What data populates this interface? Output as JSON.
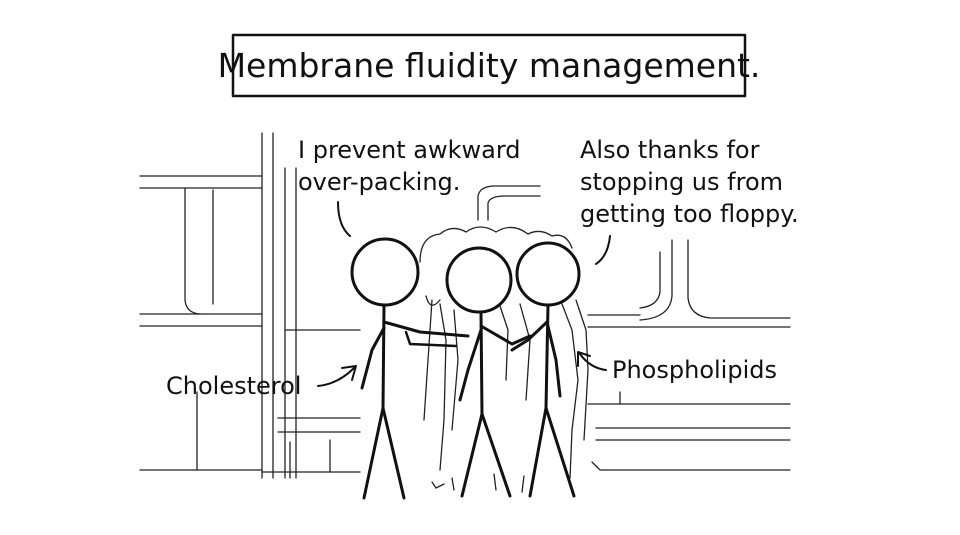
{
  "title": "Membrane fluidity management.",
  "speech_left": {
    "lines": [
      "I prevent awkward",
      "over-packing."
    ]
  },
  "speech_right": {
    "lines": [
      "Also thanks for",
      "stopping us from",
      "getting too floppy."
    ]
  },
  "labels": {
    "cholesterol": "Cholesterol",
    "phospholipids": "Phospholipids"
  },
  "colors": {
    "ink": "#111111",
    "background": "#ffffff"
  }
}
